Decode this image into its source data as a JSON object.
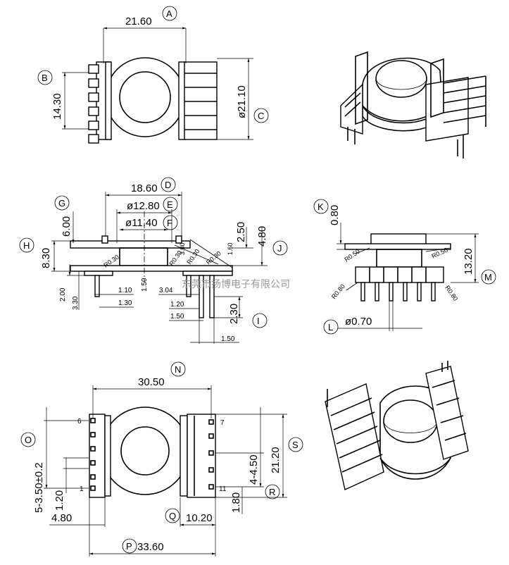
{
  "labels": {
    "A": "A",
    "B": "B",
    "C": "C",
    "D": "D",
    "E": "E",
    "F": "F",
    "G": "G",
    "H": "H",
    "I": "I",
    "J": "J",
    "K": "K",
    "L": "L",
    "M": "M",
    "N": "N",
    "O": "O",
    "P": "P",
    "Q": "Q",
    "R": "R",
    "S": "S"
  },
  "top_view": {
    "width": "21.60",
    "height": "14.30",
    "diameter": "ø21.10"
  },
  "side_view": {
    "d": "18.60",
    "e": "ø12.80",
    "f": "ø11.40",
    "g": "6.00",
    "h": "8.30",
    "r1": "R0.30",
    "r2": "R0.30",
    "r3": "R0.30",
    "r4": "R0.30",
    "v300": "3.00",
    "v160": "1.60",
    "j1": "2.50",
    "j2": "4.80",
    "d200": "2.00",
    "d330": "3.30",
    "d110": "1.10",
    "d130": "1.30",
    "d150a": "1.50",
    "d304": "3.04",
    "d120": "1.20",
    "d150b": "1.50",
    "i": "2.30",
    "d150c": "1.50"
  },
  "front_view": {
    "k": "0.80",
    "r50a": "R0.50",
    "r50b": "R0.50",
    "m": "13.20",
    "r80a": "R0.80",
    "r80b": "R0.80",
    "l": "ø0.70"
  },
  "bottom_view": {
    "n": "30.50",
    "pin6": "6",
    "pin7": "7",
    "pin1": "1",
    "pin11": "11",
    "o": "5-3.50±0.2",
    "o2": "1.20",
    "s": "21.20",
    "r": "4-4.50",
    "r2": "1.80",
    "w480": "4.80",
    "q": "10.20",
    "p": "33.60"
  },
  "watermark": "东莞市扬博电子有限公司"
}
